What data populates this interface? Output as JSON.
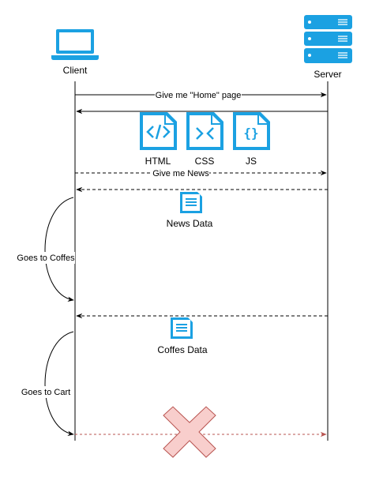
{
  "colors": {
    "icon": "#1BA1E2",
    "line": "#000000",
    "blocked_arrow": "#B85450",
    "cross_fill": "#F8CECC",
    "cross_stroke": "#B85450"
  },
  "actors": {
    "client": {
      "label": "Client",
      "icon": "laptop-icon"
    },
    "server": {
      "label": "Server",
      "icon": "server-rack-icon"
    }
  },
  "messages": [
    {
      "label": "Give me \"Home\" page",
      "direction": "client-to-server",
      "style": "solid"
    },
    {
      "label": "",
      "direction": "server-to-client",
      "style": "solid"
    },
    {
      "label": "Give me News",
      "direction": "client-to-server",
      "style": "dashed"
    },
    {
      "label": "",
      "direction": "server-to-client",
      "style": "dashed"
    },
    {
      "label": "",
      "direction": "server-to-client",
      "style": "dashed"
    },
    {
      "label": "",
      "direction": "client-to-server",
      "style": "dashed-blocked"
    }
  ],
  "files": [
    {
      "label": "HTML",
      "icon": "html-file-icon"
    },
    {
      "label": "CSS",
      "icon": "css-file-icon"
    },
    {
      "label": "JS",
      "icon": "js-file-icon"
    }
  ],
  "documents": [
    {
      "label": "News Data",
      "icon": "document-icon"
    },
    {
      "label": "Coffes Data",
      "icon": "document-icon"
    }
  ],
  "self_loops": [
    {
      "label": "Goes to Coffes"
    },
    {
      "label": "Goes to Cart"
    }
  ],
  "blocked_marker": {
    "icon": "cross-icon"
  }
}
